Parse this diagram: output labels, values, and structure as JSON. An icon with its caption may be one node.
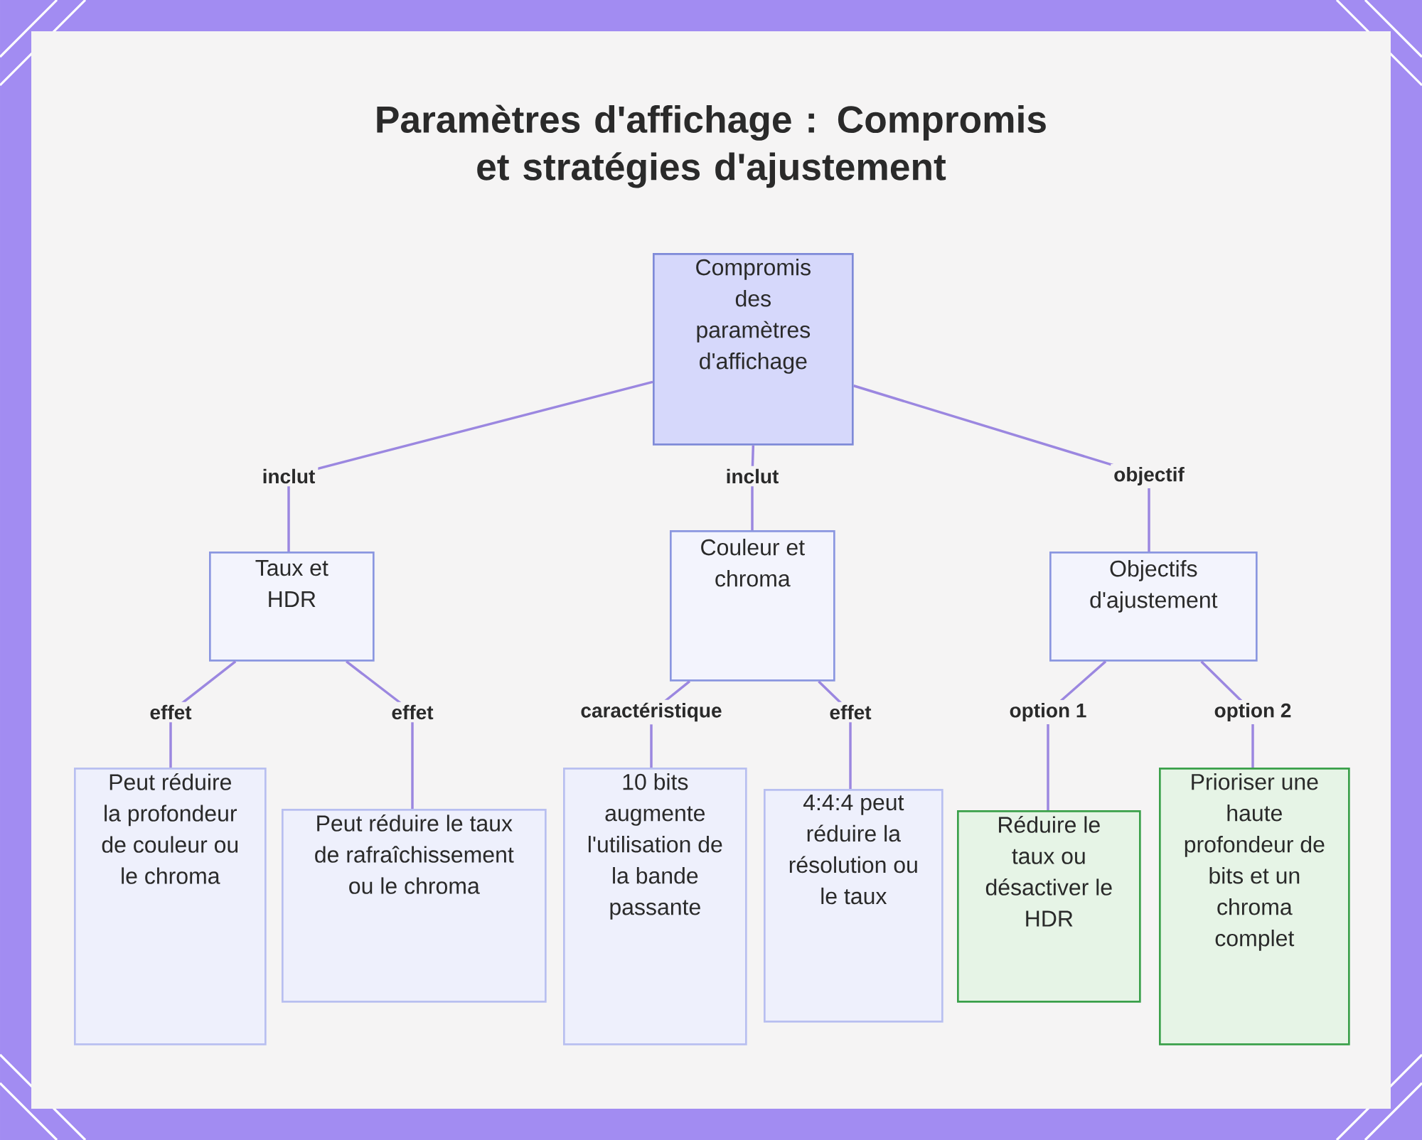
{
  "diagram": {
    "title": "Paramètres d'affichage : Compromis et stratégies d'ajustement",
    "nodes": [
      {
        "text": [
          "Compromis des paramètres d'affichage"
        ]
      },
      {
        "text": [
          "Taux et HDR"
        ]
      },
      {
        "text": [
          "Couleur et chroma"
        ]
      },
      {
        "text": [
          "Objectifs d'ajustement"
        ]
      },
      {
        "text": [
          "Peut réduire la profondeur de couleur ou le chroma"
        ]
      },
      {
        "text": [
          "Peut réduire le taux de rafraîchissement ou le chroma"
        ]
      },
      {
        "text": [
          "10 bits augmente l'utilisation de la bande passante"
        ]
      },
      {
        "text": [
          "4:4:4 peut réduire la résolution ou le taux"
        ]
      },
      {
        "text": [
          "Réduire le taux ou désactiver le HDR"
        ]
      },
      {
        "text": [
          "Prioriser une haute profondeur de bits et un chroma complet"
        ]
      }
    ],
    "edges": [
      {
        "from": 0,
        "to": 1,
        "arrow": "none",
        "label": "inclut"
      },
      {
        "from": 0,
        "to": 2,
        "arrow": "none",
        "label": "inclut"
      },
      {
        "from": 0,
        "to": 3,
        "arrow": "none",
        "label": "objectif"
      },
      {
        "from": 1,
        "to": 4,
        "arrow": "none",
        "label": "effet"
      },
      {
        "from": 1,
        "to": 5,
        "arrow": "none",
        "label": "effet"
      },
      {
        "from": 2,
        "to": 6,
        "arrow": "none",
        "label": "caractéristique"
      },
      {
        "from": 2,
        "to": 7,
        "arrow": "none",
        "label": "effet"
      },
      {
        "from": 3,
        "to": 8,
        "arrow": "none",
        "label": "option 1"
      },
      {
        "from": 3,
        "to": 9,
        "arrow": "none",
        "label": "option 2"
      }
    ]
  }
}
